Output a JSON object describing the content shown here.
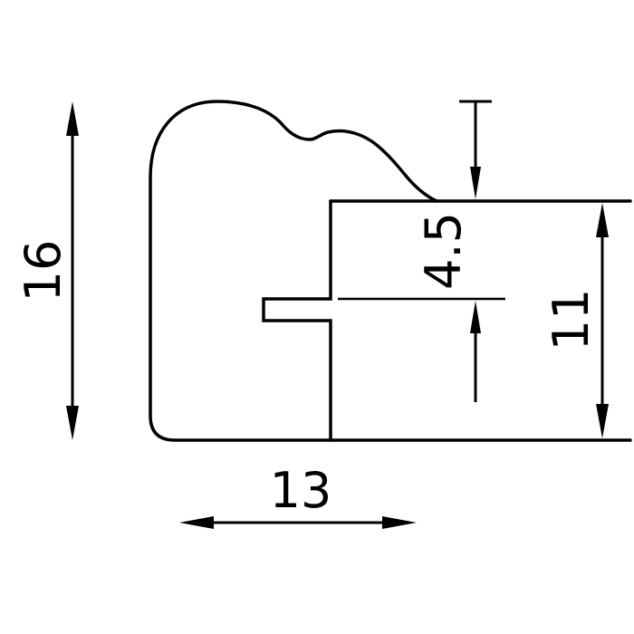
{
  "drawing": {
    "type": "technical-cross-section",
    "subject": "picture-frame moulding profile with dimension annotations",
    "background_color": "#ffffff",
    "line_color": "#000000",
    "dimensions": {
      "overall_height": {
        "label": "16",
        "orientation": "vertical",
        "position": "left-of-profile"
      },
      "rabbet_depth": {
        "label": "4.5",
        "orientation": "vertical",
        "position": "inner-upper-right"
      },
      "inner_height": {
        "label": "11",
        "orientation": "vertical",
        "position": "right"
      },
      "overall_width": {
        "label": "13",
        "orientation": "horizontal",
        "position": "below-profile"
      }
    }
  }
}
